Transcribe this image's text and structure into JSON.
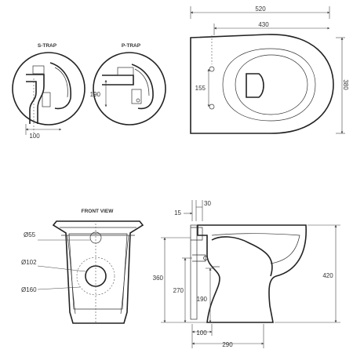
{
  "titles": {
    "s_trap": "S-TRAP",
    "p_trap": "P-TRAP",
    "front_view": "FRONT VIEW"
  },
  "dimensions": {
    "plan_width": "520",
    "plan_inner": "430",
    "plan_depth": "380",
    "plan_holes": "155",
    "strap_offset": "100",
    "ptrap_height": "190",
    "front_d55": "Ø55",
    "front_d102": "Ø102",
    "front_d160": "Ø160",
    "side_15": "15",
    "side_30": "30",
    "side_360": "360",
    "side_270": "270",
    "side_190": "190",
    "side_100": "100",
    "side_290": "290",
    "side_420": "420"
  }
}
